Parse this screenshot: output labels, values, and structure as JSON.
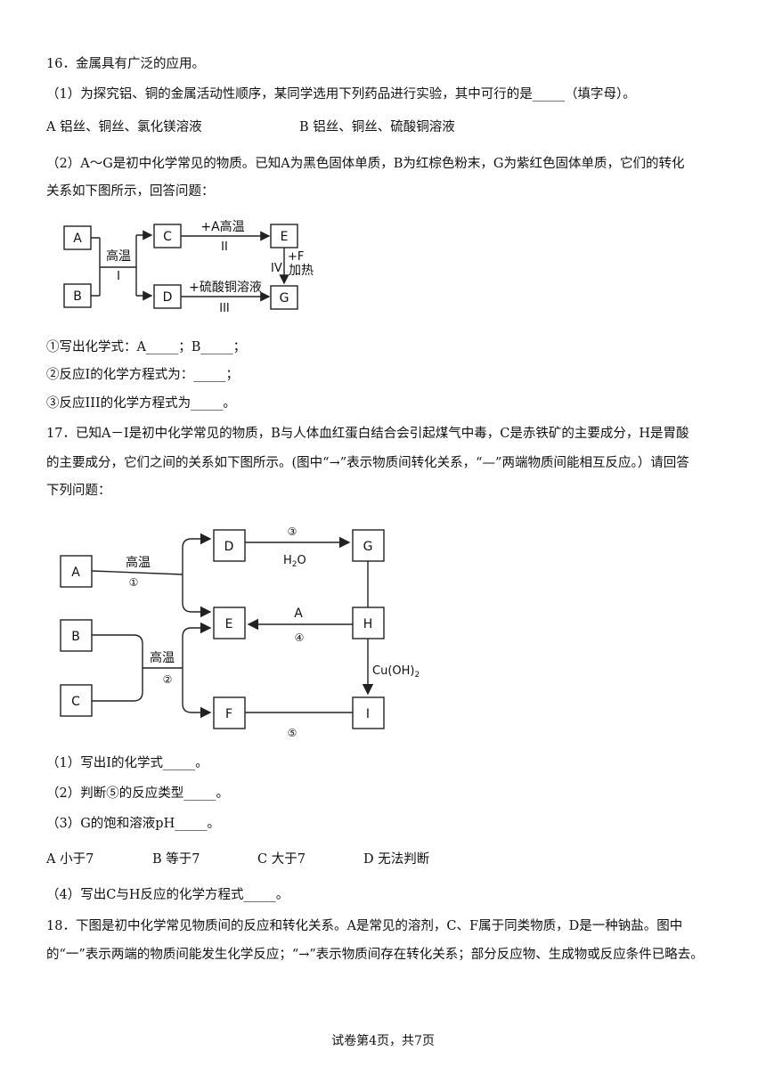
{
  "q16": {
    "stem": "16．金属具有广泛的应用。",
    "p1": "（1）为探究铝、铜的金属活动性顺序，某同学选用下列药品进行实验，其中可行的是_____（填字母）。",
    "optA": "A  铝丝、铜丝、氯化镁溶液",
    "optB": "B  铝丝、铜丝、硫酸铜溶液",
    "p2_1": "（2）A～G是初中化学常见的物质。已知A为黑色固体单质，B为红棕色粉末，G为紫红色固体单质，它们的转化",
    "p2_2": "关系如下图所示，回答问题：",
    "sub1": "①写出化学式：A_____；B_____；",
    "sub2": "②反应I的化学方程式为：_____；",
    "sub3": "③反应III的化学方程式为_____。",
    "diagram": {
      "A": "A",
      "B": "B",
      "C": "C",
      "D": "D",
      "E": "E",
      "G": "G",
      "cond_I": "高温",
      "num_I": "I",
      "cond_II": "+A高温",
      "num_II": "II",
      "cond_III": "+硫酸铜溶液",
      "num_III": "III",
      "cond_IV_1": "+F",
      "cond_IV_2": "加热",
      "num_IV": "IV"
    }
  },
  "q17": {
    "stem1": "17．已知A－I是初中化学常见的物质，B与人体血红蛋白结合会引起煤气中毒，C是赤铁矿的主要成分，H是胃酸",
    "stem2": "的主要成分，它们之间的关系如下图所示。(图中“→”表示物质间转化关系，“—”两端物质间能相互反应。）请回答",
    "stem3": "下列问题：",
    "diagram": {
      "A": "A",
      "B": "B",
      "C": "C",
      "D": "D",
      "E": "E",
      "F": "F",
      "G": "G",
      "H": "H",
      "I": "I",
      "cond1": "高温",
      "num1": "①",
      "cond2": "高温",
      "num2": "②",
      "num3": "③",
      "h2o_main": "H",
      "h2o_sub": "2",
      "h2o_tail": "O",
      "condA": "A",
      "num4": "④",
      "cu_main": "Cu(OH)",
      "cu_sub": "2",
      "num5": "⑤"
    },
    "s1": "（1）写出I的化学式_____。",
    "s2": "（2）判断⑤的反应类型_____。",
    "s3": "（3）G的饱和溶液pH_____。",
    "optA": "A  小于7",
    "optB": "B  等于7",
    "optC": "C  大于7",
    "optD": "D  无法判断",
    "s4": "（4）写出C与H反应的化学方程式_____。"
  },
  "q18": {
    "line1": "18．下图是初中化学常见物质间的反应和转化关系。A是常见的溶剂，C、F属于同类物质，D是一种钠盐。图中",
    "line2": "的“一”表示两端的物质间能发生化学反应；“→”表示物质间存在转化关系；部分反应物、生成物或反应条件已略去。"
  },
  "footer": "试卷第4页，共7页"
}
